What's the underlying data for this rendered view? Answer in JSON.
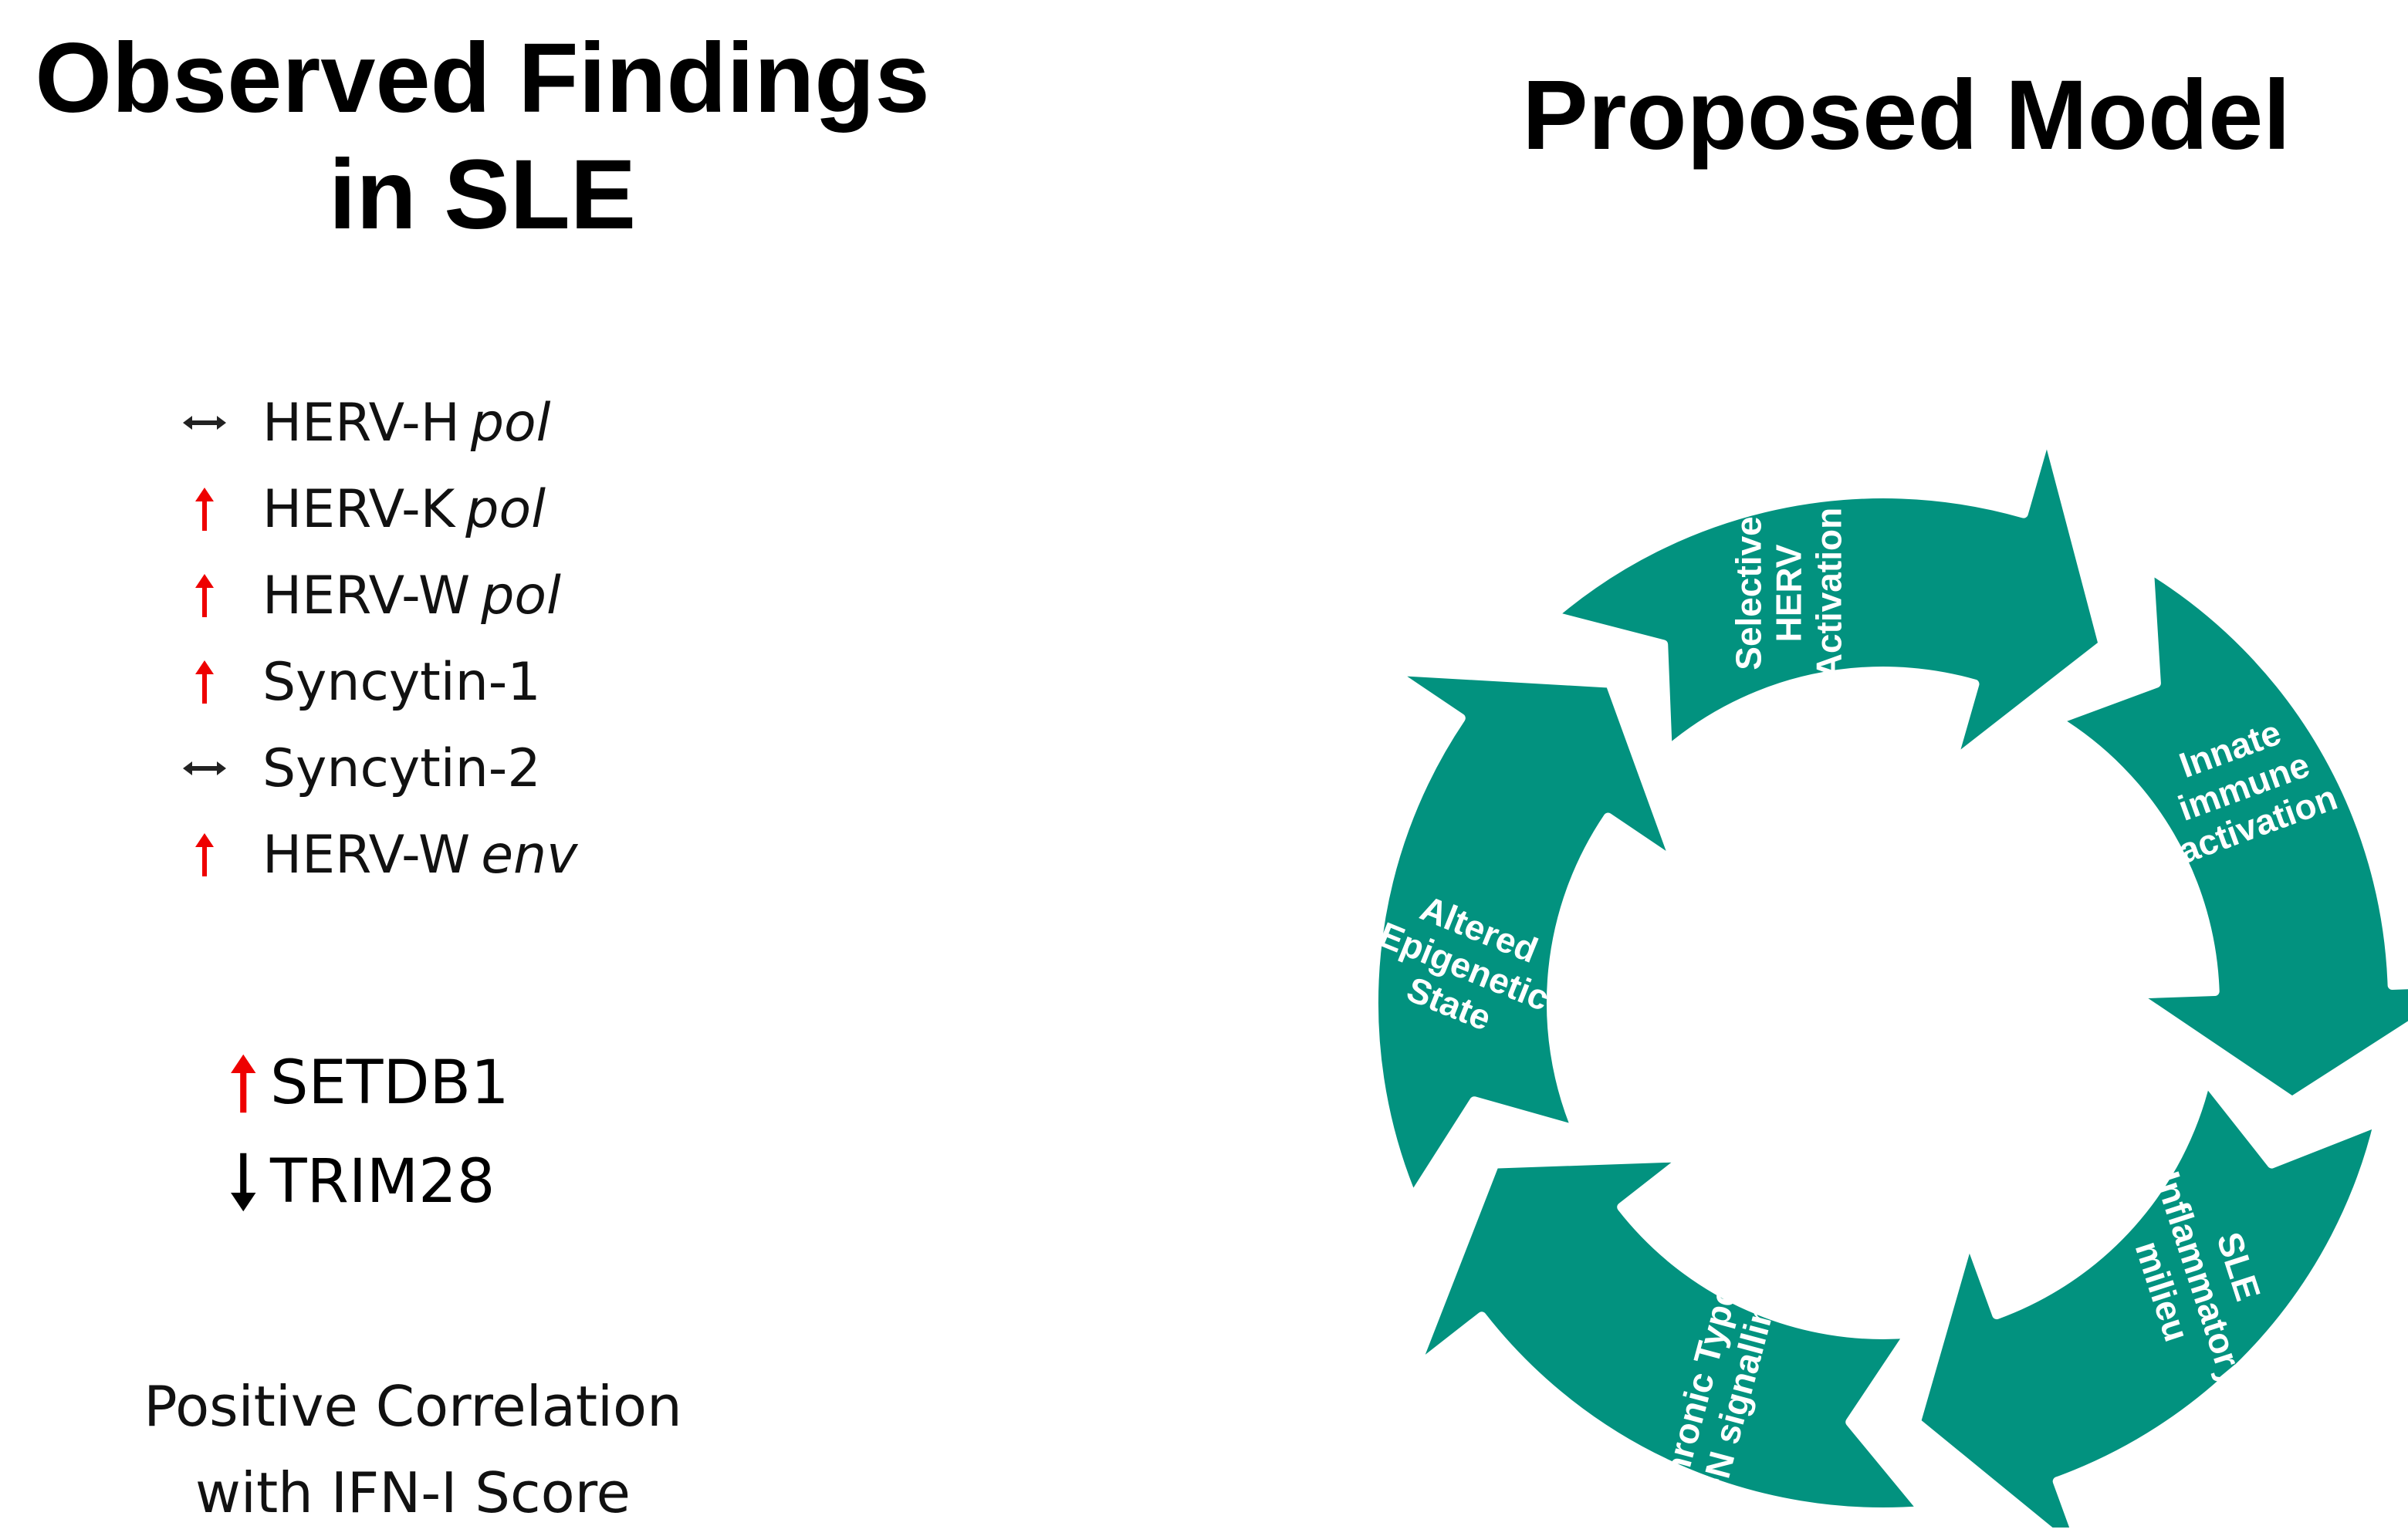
{
  "left_panel": {
    "title_line1": "Observed Findings",
    "title_line2": "in SLE",
    "findings": [
      {
        "gene": "HERV-H",
        "suffix": "pol",
        "change": "unchanged"
      },
      {
        "gene": "HERV-K",
        "suffix": "pol",
        "change": "up"
      },
      {
        "gene": "HERV-W",
        "suffix": "pol",
        "change": "up"
      },
      {
        "gene": "Syncytin-1",
        "suffix": "",
        "change": "up"
      },
      {
        "gene": "Syncytin-2",
        "suffix": "",
        "change": "unchanged"
      },
      {
        "gene": "HERV-W",
        "suffix": "env",
        "change": "up"
      }
    ],
    "regulators": [
      {
        "gene": "SETDB1",
        "change": "up"
      },
      {
        "gene": "TRIM28",
        "change": "down"
      }
    ],
    "correlation_line1": "Positive Correlation",
    "correlation_line2": "with IFN-I Score"
  },
  "right_panel": {
    "title": "Proposed Model",
    "cycle_steps": [
      {
        "lines": [
          "Innate",
          "immune",
          "activation"
        ]
      },
      {
        "lines": [
          "SLE",
          "Inflammatory",
          "milieu"
        ]
      },
      {
        "lines": [
          "Chronic Type I",
          "IFN signalling"
        ]
      },
      {
        "lines": [
          "Altered",
          "Epigenetic",
          "State"
        ]
      },
      {
        "lines": [
          "Selective",
          "HERV",
          "Activation"
        ]
      }
    ]
  },
  "colors": {
    "cycle_fill": "#02927F",
    "cycle_outline": "#ffffff",
    "up_arrow": "#ee0000",
    "down_arrow": "#000000",
    "unchanged_arrow": "#222222",
    "text": "#000000"
  }
}
